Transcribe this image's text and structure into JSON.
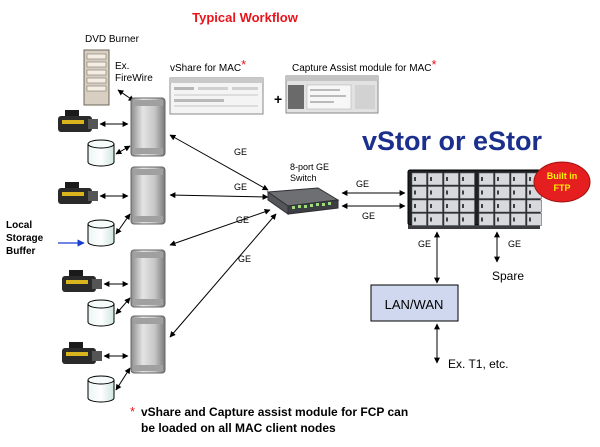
{
  "title": "Typical Workflow",
  "dvd_burner": "DVD Burner",
  "firewire_line1": "Ex.",
  "firewire_line2": "FireWire",
  "vshare_label": "vShare for MAC",
  "capture_label": "Capture Assist module for MAC",
  "asterisk": "*",
  "plus": "+",
  "local_storage": [
    "Local",
    "Storage",
    "Buffer"
  ],
  "ge": "GE",
  "switch_line1": "8-port GE",
  "switch_line2": "Switch",
  "storage_title": "vStor or eStor",
  "built_in_line1": "Built in",
  "built_in_line2": "FTP",
  "spare": "Spare",
  "lan_wan": "LAN/WAN",
  "ex_t1": "Ex. T1, etc.",
  "footnote_line1": "vShare and Capture assist module for FCP can",
  "footnote_line2": "be loaded on all MAC client nodes",
  "colors": {
    "title_red": "#e8141b",
    "storage_blue": "#1b2f8c",
    "lan_fill": "#cfd8ee",
    "badge_red": "#e51f1f",
    "badge_text": "#fff200",
    "arrow_blue": "#1a3fd0"
  }
}
